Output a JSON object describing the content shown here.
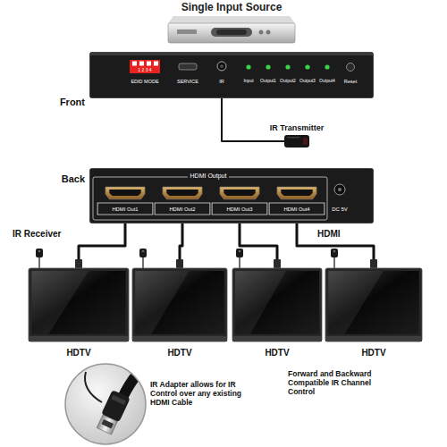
{
  "diagram": {
    "nodes": [
      {
        "text": [
          "Single Input Source"
        ]
      },
      {
        "text": [
          "Front"
        ]
      },
      {
        "text": [
          "IR"
        ],
        "in": 1
      },
      {
        "text": [
          "IR Transmitter"
        ]
      },
      {
        "text": [
          "Back"
        ]
      },
      {
        "text": [
          "HDMI Out1"
        ],
        "in": 4
      },
      {
        "text": [
          "HDMI Out2"
        ],
        "in": 4
      },
      {
        "text": [
          "HDMI Out3"
        ],
        "in": 4
      },
      {
        "text": [
          "HDMI Out4"
        ],
        "in": 4
      },
      {
        "text": [
          "HDTV"
        ]
      },
      {
        "text": [
          "HDTV"
        ]
      },
      {
        "text": [
          "HDTV"
        ]
      },
      {
        "text": [
          "HDTV"
        ]
      }
    ],
    "edges": [
      {
        "from": 2,
        "to": 3,
        "arrow": "none"
      },
      {
        "from": 5,
        "to": 9,
        "arrow": "none"
      },
      {
        "from": 6,
        "to": 10,
        "arrow": "none"
      },
      {
        "from": 7,
        "to": 11,
        "arrow": "none"
      },
      {
        "from": 8,
        "to": 12,
        "arrow": "none"
      }
    ],
    "labels": [
      "EDID MODE",
      "1 2 3 4",
      "SERVICE",
      "Input",
      "Output1",
      "Output2",
      "Output3",
      "Output4",
      "Reset",
      "HDMI Output",
      "DC 5V",
      "IR Receiver",
      "HDMI",
      "IR Adapter allows for IR Control over any existing HDMI Cable",
      "Forward and Backward Compatible IR Channel Control"
    ]
  }
}
